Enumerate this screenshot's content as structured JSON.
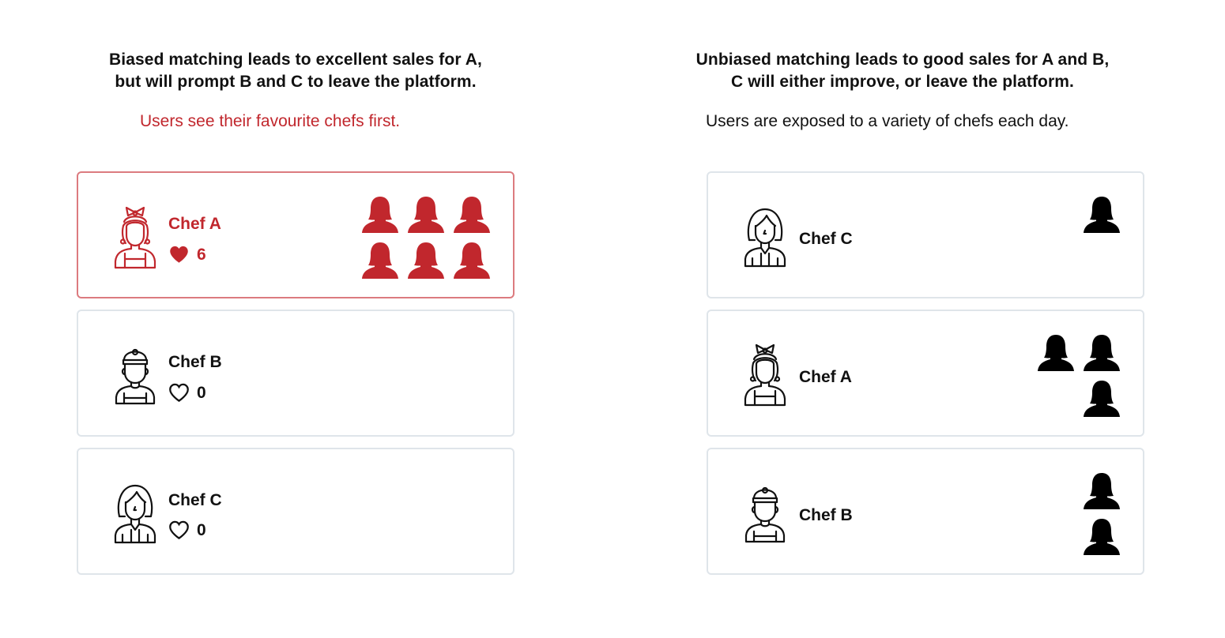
{
  "colors": {
    "accent_red": "#c1272d",
    "text": "#111111",
    "card_border": "#dfe5ea",
    "card_border_highlight": "#dc7b7f"
  },
  "left_panel": {
    "title_line1": "Biased matching leads to excellent sales for A,",
    "title_line2": "but will prompt B and C to leave the platform.",
    "subtitle": "Users see their favourite chefs first.",
    "cards": [
      {
        "chef": "Chef A",
        "avatar": "chef-a-bandana-icon",
        "likes": "6",
        "heart": "filled",
        "customers": 6,
        "highlighted": true
      },
      {
        "chef": "Chef B",
        "avatar": "chef-b-cap-icon",
        "likes": "0",
        "heart": "outline",
        "customers": 0,
        "highlighted": false
      },
      {
        "chef": "Chef C",
        "avatar": "chef-c-bob-hair-icon",
        "likes": "0",
        "heart": "outline",
        "customers": 0,
        "highlighted": false
      }
    ]
  },
  "right_panel": {
    "title_line1": "Unbiased matching leads to good sales for A and B,",
    "title_line2": "C will either improve, or leave the platform.",
    "subtitle": "Users are exposed to a variety of chefs each day.",
    "cards": [
      {
        "chef": "Chef C",
        "avatar": "chef-c-bob-hair-icon",
        "customers": 1
      },
      {
        "chef": "Chef A",
        "avatar": "chef-a-bandana-icon",
        "customers": 3
      },
      {
        "chef": "Chef B",
        "avatar": "chef-b-cap-icon",
        "customers": 2
      }
    ]
  }
}
